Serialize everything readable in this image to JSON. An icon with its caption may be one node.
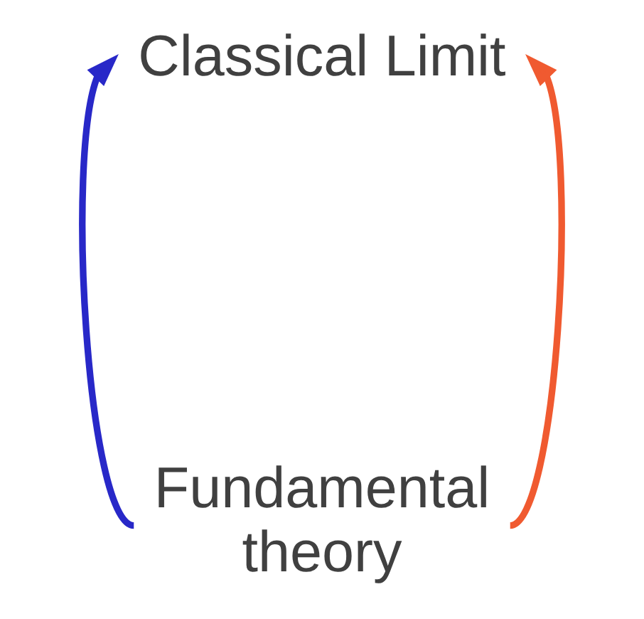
{
  "diagram": {
    "nodes": [
      {
        "text": [
          "Classical Limit"
        ]
      },
      {
        "text": [
          "Fundamental theory"
        ]
      }
    ],
    "edges": [
      {
        "from": 1,
        "to": 0,
        "arrow": "to",
        "color": "#2828c8"
      },
      {
        "from": 1,
        "to": 0,
        "arrow": "to",
        "color": "#f05a30"
      }
    ]
  }
}
